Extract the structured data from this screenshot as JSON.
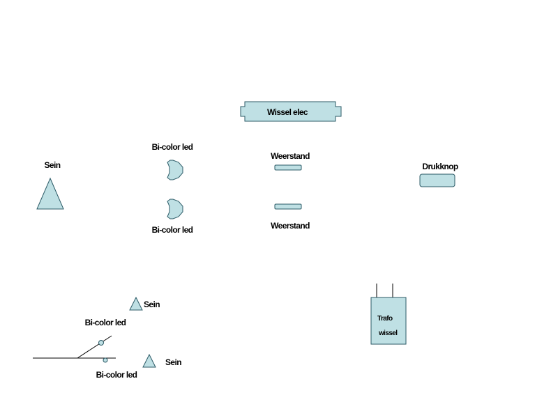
{
  "colors": {
    "fill": "#bfe0e4",
    "stroke": "#2b5a66",
    "line": "#000000",
    "background": "#ffffff"
  },
  "components": {
    "wissel_elec": {
      "label": "Wissel elec"
    },
    "sein_large": {
      "label": "Sein"
    },
    "bicolor_led_top": {
      "label": "Bi-color led"
    },
    "bicolor_led_bottom": {
      "label": "Bi-color led"
    },
    "weerstand_top": {
      "label": "Weerstand"
    },
    "weerstand_bottom": {
      "label": "Weerstand"
    },
    "drukknop": {
      "label": "Drukknop"
    },
    "trafo": {
      "label_line1": "Trafo",
      "label_line2": "wissel"
    }
  },
  "track_scene": {
    "sein_upper": {
      "label": "Sein"
    },
    "sein_lower": {
      "label": "Sein"
    },
    "bicolor_led_upper": {
      "label": "Bi-color led"
    },
    "bicolor_led_lower": {
      "label": "Bi-color led"
    }
  }
}
